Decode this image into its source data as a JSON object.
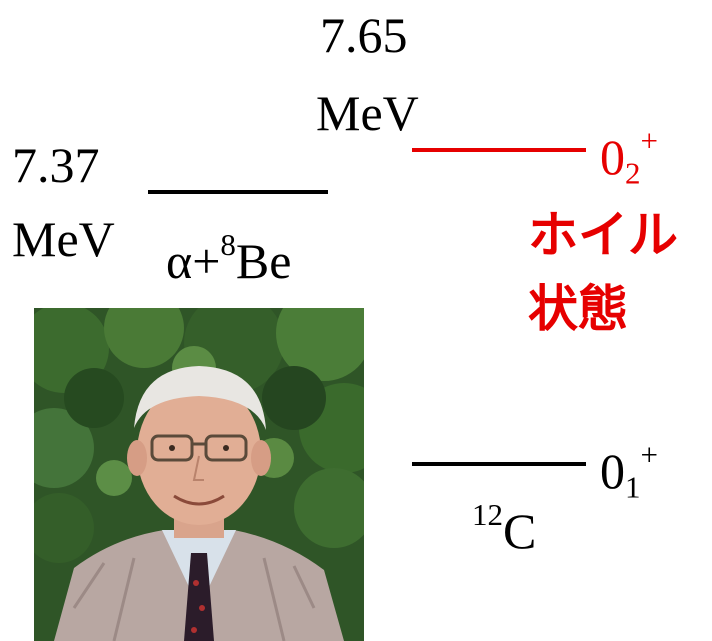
{
  "levels": {
    "threshold": {
      "energy": "7.37",
      "unit": "MeV",
      "channel_alpha": "α+",
      "channel_mass": "8",
      "channel_nucleus": "Be"
    },
    "hoyle": {
      "energy": "7.65",
      "unit": "MeV",
      "spin_value": "0",
      "spin_index": "2",
      "parity": "+",
      "name_line1": "ホイル",
      "name_line2": "状態"
    },
    "ground": {
      "spin_value": "0",
      "spin_index": "1",
      "parity": "+",
      "nucleus_mass": "12",
      "nucleus_symbol": "C"
    }
  },
  "colors": {
    "hoyle": "#e60000",
    "default": "#000000"
  },
  "photo": {
    "subject": "portrait-photo"
  }
}
